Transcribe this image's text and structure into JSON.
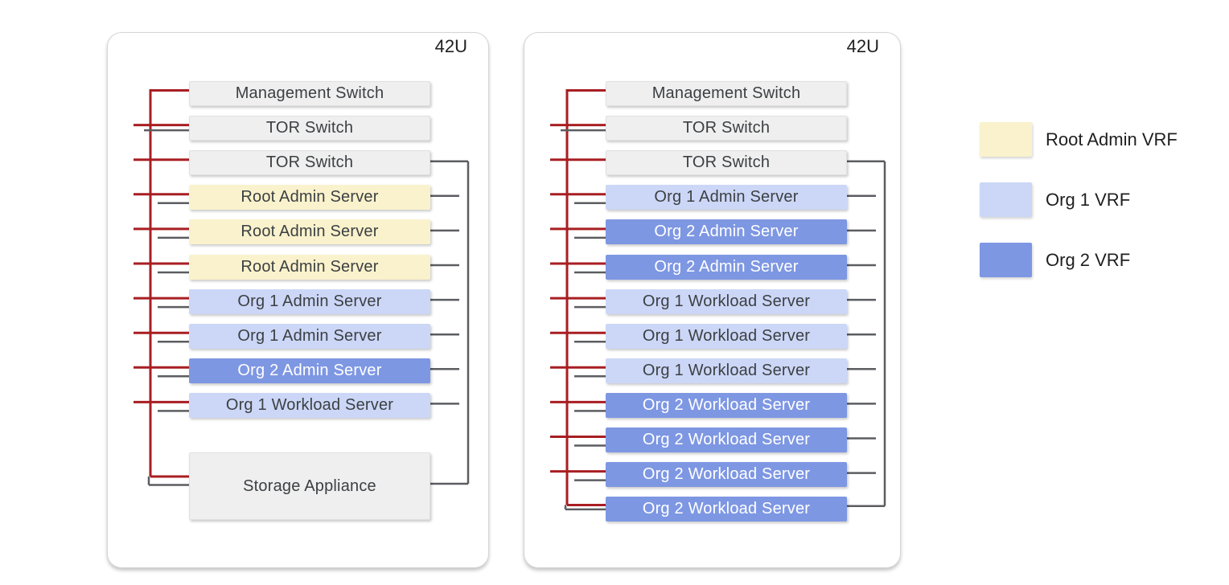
{
  "racks": [
    {
      "label": "42U",
      "units": [
        {
          "text": "Management Switch",
          "type": "switch"
        },
        {
          "text": "TOR Switch",
          "type": "switch"
        },
        {
          "text": "TOR Switch",
          "type": "switch"
        },
        {
          "text": "Root Admin Server",
          "type": "root_admin"
        },
        {
          "text": "Root Admin Server",
          "type": "root_admin"
        },
        {
          "text": "Root Admin Server",
          "type": "root_admin"
        },
        {
          "text": "Org 1 Admin Server",
          "type": "org1"
        },
        {
          "text": "Org 1 Admin Server",
          "type": "org1"
        },
        {
          "text": "Org 2 Admin Server",
          "type": "org2"
        },
        {
          "text": "Org 1 Workload Server",
          "type": "org1"
        },
        {
          "text": "Storage Appliance",
          "type": "storage",
          "tall": true
        }
      ]
    },
    {
      "label": "42U",
      "units": [
        {
          "text": "Management Switch",
          "type": "switch"
        },
        {
          "text": "TOR Switch",
          "type": "switch"
        },
        {
          "text": "TOR Switch",
          "type": "switch"
        },
        {
          "text": "Org 1 Admin Server",
          "type": "org1"
        },
        {
          "text": "Org 2 Admin Server",
          "type": "org2"
        },
        {
          "text": "Org 2 Admin Server",
          "type": "org2"
        },
        {
          "text": "Org 1 Workload Server",
          "type": "org1"
        },
        {
          "text": "Org 1 Workload Server",
          "type": "org1"
        },
        {
          "text": "Org 1 Workload Server",
          "type": "org1"
        },
        {
          "text": "Org 2 Workload Server",
          "type": "org2"
        },
        {
          "text": "Org 2 Workload Server",
          "type": "org2"
        },
        {
          "text": "Org 2 Workload Server",
          "type": "org2"
        },
        {
          "text": "Org 2 Workload Server",
          "type": "org2"
        }
      ]
    }
  ],
  "legend": [
    {
      "label": "Root Admin VRF",
      "type": "root_admin"
    },
    {
      "label": "Org 1 VRF",
      "type": "org1"
    },
    {
      "label": "Org 2 VRF",
      "type": "org2"
    }
  ],
  "colors": {
    "switch": "#efefef",
    "storage": "#efefef",
    "root_admin": "#faf2cc",
    "org1": "#ccd7f7",
    "org2": "#7e97e3",
    "mgmt_line": "#a81e22",
    "data_line": "#5b5d60",
    "text_dark": "#3c4043",
    "text_light": "#ffffff"
  }
}
